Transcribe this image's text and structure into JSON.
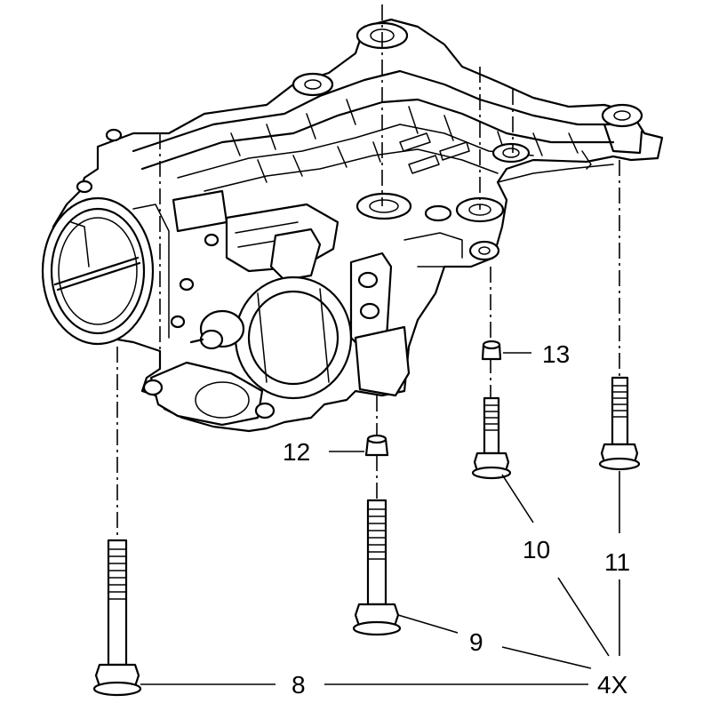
{
  "callouts": {
    "c8": "8",
    "c9": "9",
    "c10": "10",
    "c11": "11",
    "c12": "12",
    "c13": "13",
    "c4x": "4X"
  }
}
